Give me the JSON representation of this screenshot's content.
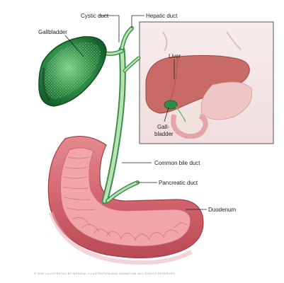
{
  "labels": {
    "cystic_duct": "Cystic duct",
    "hepatic_duct": "Hepatic duct",
    "gallbladder": "Gallbladder",
    "liver": "Liver",
    "gall_bladder_line1": "Gall-",
    "gall_bladder_line2": "bladder",
    "common_bile_duct": "Common bile duct",
    "pancreatic_duct": "Pancreatic duct",
    "duodenum": "Duodenum"
  },
  "credit_text": "© 2000 ILLUSTRATED BY MEDICAL ILLUSTRATION AND ANIMATION. ALL RIGHTS RESERVED",
  "colors": {
    "gallbladder": "#1f7a3a",
    "bile": "#3f9a57",
    "duct": "#bfe3b6",
    "duodenum": "#d66a72",
    "duodenum_inner": "#f0a8a8",
    "inset_bg": "#f6e8e8",
    "liver": "#c86a66"
  }
}
